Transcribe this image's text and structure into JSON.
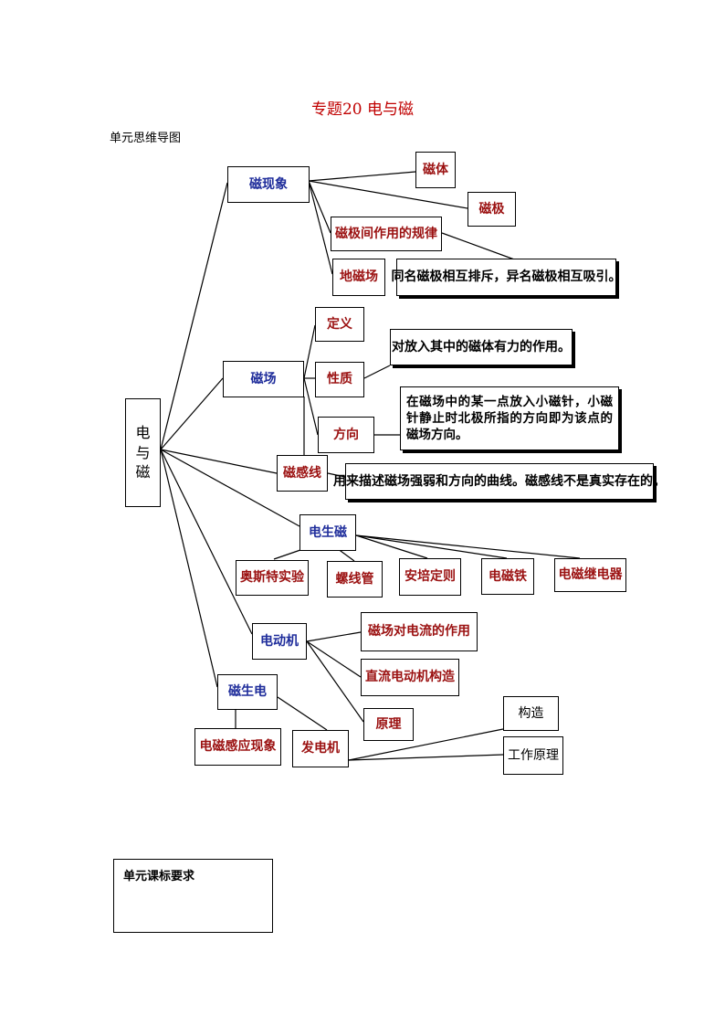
{
  "title": "专题20 电与磁",
  "subtitle": "单元思维导图",
  "root": [
    "电",
    "与",
    "磁"
  ],
  "nodes": {
    "cixianxiang": "磁现象",
    "citi": "磁体",
    "ciji": "磁极",
    "cijijian": "磁极间作用的规律",
    "dicichang": "地磁场",
    "cijijian_rule": "同名磁极相互排斥，异名磁极相互吸引。",
    "cichang": "磁场",
    "dingyi": "定义",
    "xingzhi": "性质",
    "fangxiang": "方向",
    "xingzhi_text": "对放入其中的磁体有力的作用。",
    "fangxiang_text": "在磁场中的某一点放入小磁针，小磁针静止时北极所指的方向即为该点的磁场方向。",
    "cigan": "磁感线",
    "cigan_text": "用来描述磁场强弱和方向的曲线。磁感线不是真实存在的。",
    "dianshengci": "电生磁",
    "aosite": "奥斯特实验",
    "luoxianguan": "螺线管",
    "anpei": "安培定则",
    "diancitie": "电磁铁",
    "jidianqi": "电磁继电器",
    "diandongji": "电动机",
    "cichangdui": "磁场对电流的作用",
    "zhiliu": "直流电动机构造",
    "yuanli": "原理",
    "cishengdian": "磁生电",
    "diancigan": "电磁感应现象",
    "fadianji": "发电机",
    "gouzao": "构造",
    "gongzuo": "工作原理"
  },
  "requirements": {
    "heading": "单元课标要求"
  }
}
